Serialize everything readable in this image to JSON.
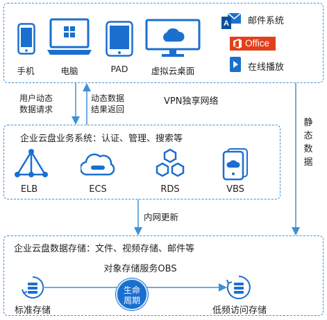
{
  "devices": {
    "phone": "手机",
    "pc": "电脑",
    "pad": "PAD",
    "virtual_desktop": "虚拟云桌面"
  },
  "services": {
    "mail": "邮件系统",
    "office": "Office",
    "online_play": "在线播放"
  },
  "arrows": {
    "user_request_line1": "用户动态",
    "user_request_line2": "数据请求",
    "result_return_line1": "动态数据",
    "result_return_line2": "结果返回",
    "vpn": "VPN独享网络",
    "static_data": [
      "静",
      "态",
      "数",
      "据"
    ],
    "intranet_update": "内网更新"
  },
  "business": {
    "title": "企业云盘业务系统：认证、管理、搜索等",
    "elb": "ELB",
    "ecs": "ECS",
    "rds": "RDS",
    "vbs": "VBS"
  },
  "storage": {
    "title": "企业云盘数据存储：文件、视频存储、邮件等",
    "obs": "对象存储服务OBS",
    "standard": "标准存储",
    "lifecycle_line1": "生命",
    "lifecycle_line2": "周期",
    "low_freq": "低频访问存储"
  },
  "colors": {
    "accent": "#1a6fcf",
    "dashed_border": "#3f8fd6",
    "office_red": "#e2401b"
  }
}
